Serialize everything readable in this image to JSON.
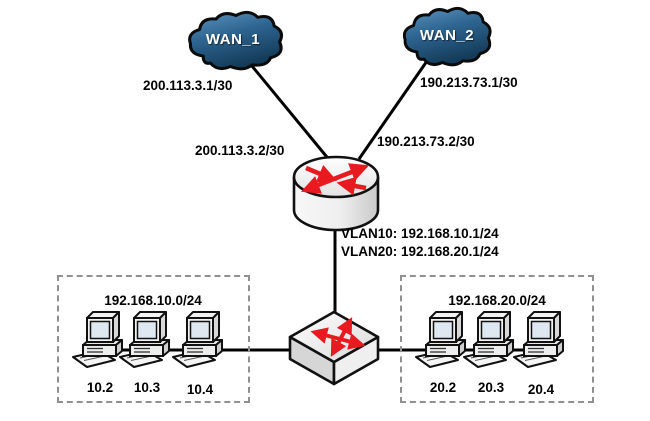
{
  "wan1": {
    "name": "WAN_1",
    "interface_ip": "200.113.3.1/30"
  },
  "wan2": {
    "name": "WAN_2",
    "interface_ip": "190.213.73.1/30"
  },
  "router": {
    "wan1_interface": "200.113.3.2/30",
    "wan2_interface": "190.213.73.2/30",
    "vlan10_label": "VLAN10: 192.168.10.1/24",
    "vlan20_label": "VLAN20: 192.168.20.1/24"
  },
  "lan_left": {
    "subnet": "192.168.10.0/24",
    "hosts": [
      "10.2",
      "10.3",
      "10.4"
    ]
  },
  "lan_right": {
    "subnet": "192.168.20.0/24",
    "hosts": [
      "20.2",
      "20.3",
      "20.4"
    ]
  },
  "colors": {
    "cloud_blue": "#2f6692",
    "arrow_red": "#e8191f",
    "link_black": "#000000",
    "dashed_gray": "#909090"
  }
}
